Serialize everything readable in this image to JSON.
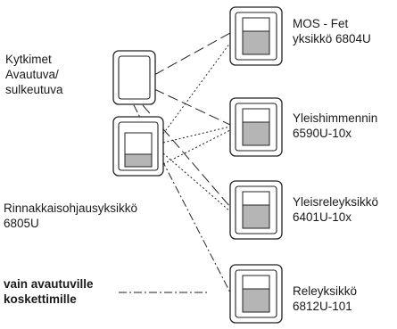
{
  "switches": {
    "line1": "Kytkimet",
    "line2": "Avautuva/",
    "line3": "sulkeutuva"
  },
  "parallel_unit": {
    "line1": "Rinnakkaisohjausyksikkö",
    "line2": "6805U"
  },
  "legend": {
    "line1": "vain avautuville",
    "line2": "koskettimille"
  },
  "devices": [
    {
      "line1": "MOS - Fet",
      "line2": "yksikkö 6804U"
    },
    {
      "line1": "Yleishimmennin",
      "line2": "6590U-10x"
    },
    {
      "line1": "Yleisreleyksikkö",
      "line2": "6401U-10x"
    },
    {
      "line1": "Releyksikkö",
      "line2": "6812U-101"
    }
  ]
}
